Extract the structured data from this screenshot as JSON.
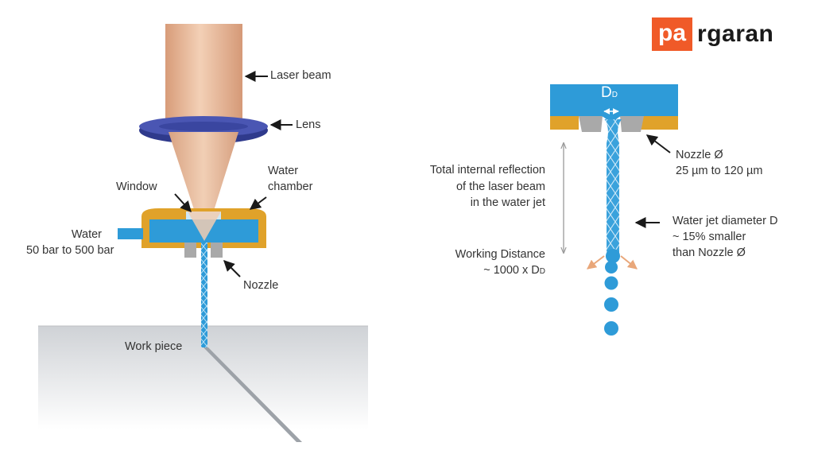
{
  "logo": {
    "highlight": "pa",
    "rest": "rgaran"
  },
  "left_diagram": {
    "laser_beam": "Laser beam",
    "lens": "Lens",
    "water_chamber_line1": "Water",
    "water_chamber_line2": "chamber",
    "window": "Window",
    "water_line1": "Water",
    "water_line2": "50 bar to 500 bar",
    "nozzle": "Nozzle",
    "work_piece": "Work piece"
  },
  "right_diagram": {
    "dd_main": "D",
    "dd_sub": "D",
    "nozzle_line1": "Nozzle Ø",
    "nozzle_line2": "25 µm to 120 µm",
    "tir_line1": "Total internal reflection",
    "tir_line2": "of the laser beam",
    "tir_line3": "in the water jet",
    "jet_line1": "Water jet diameter D",
    "jet_line2": "~ 15% smaller",
    "jet_line3": "than Nozzle Ø",
    "wd_line1": "Working Distance",
    "wd_line2_prefix": "~ 1000 x D",
    "wd_line2_sub": "D"
  },
  "colors": {
    "beam": "#e7b89a",
    "lens": "#2f3a8c",
    "water": "#2e9bd8",
    "housing": "#e0a22a",
    "nozzle": "#a9a9a9",
    "droplet_arrow": "#e9a77a"
  }
}
